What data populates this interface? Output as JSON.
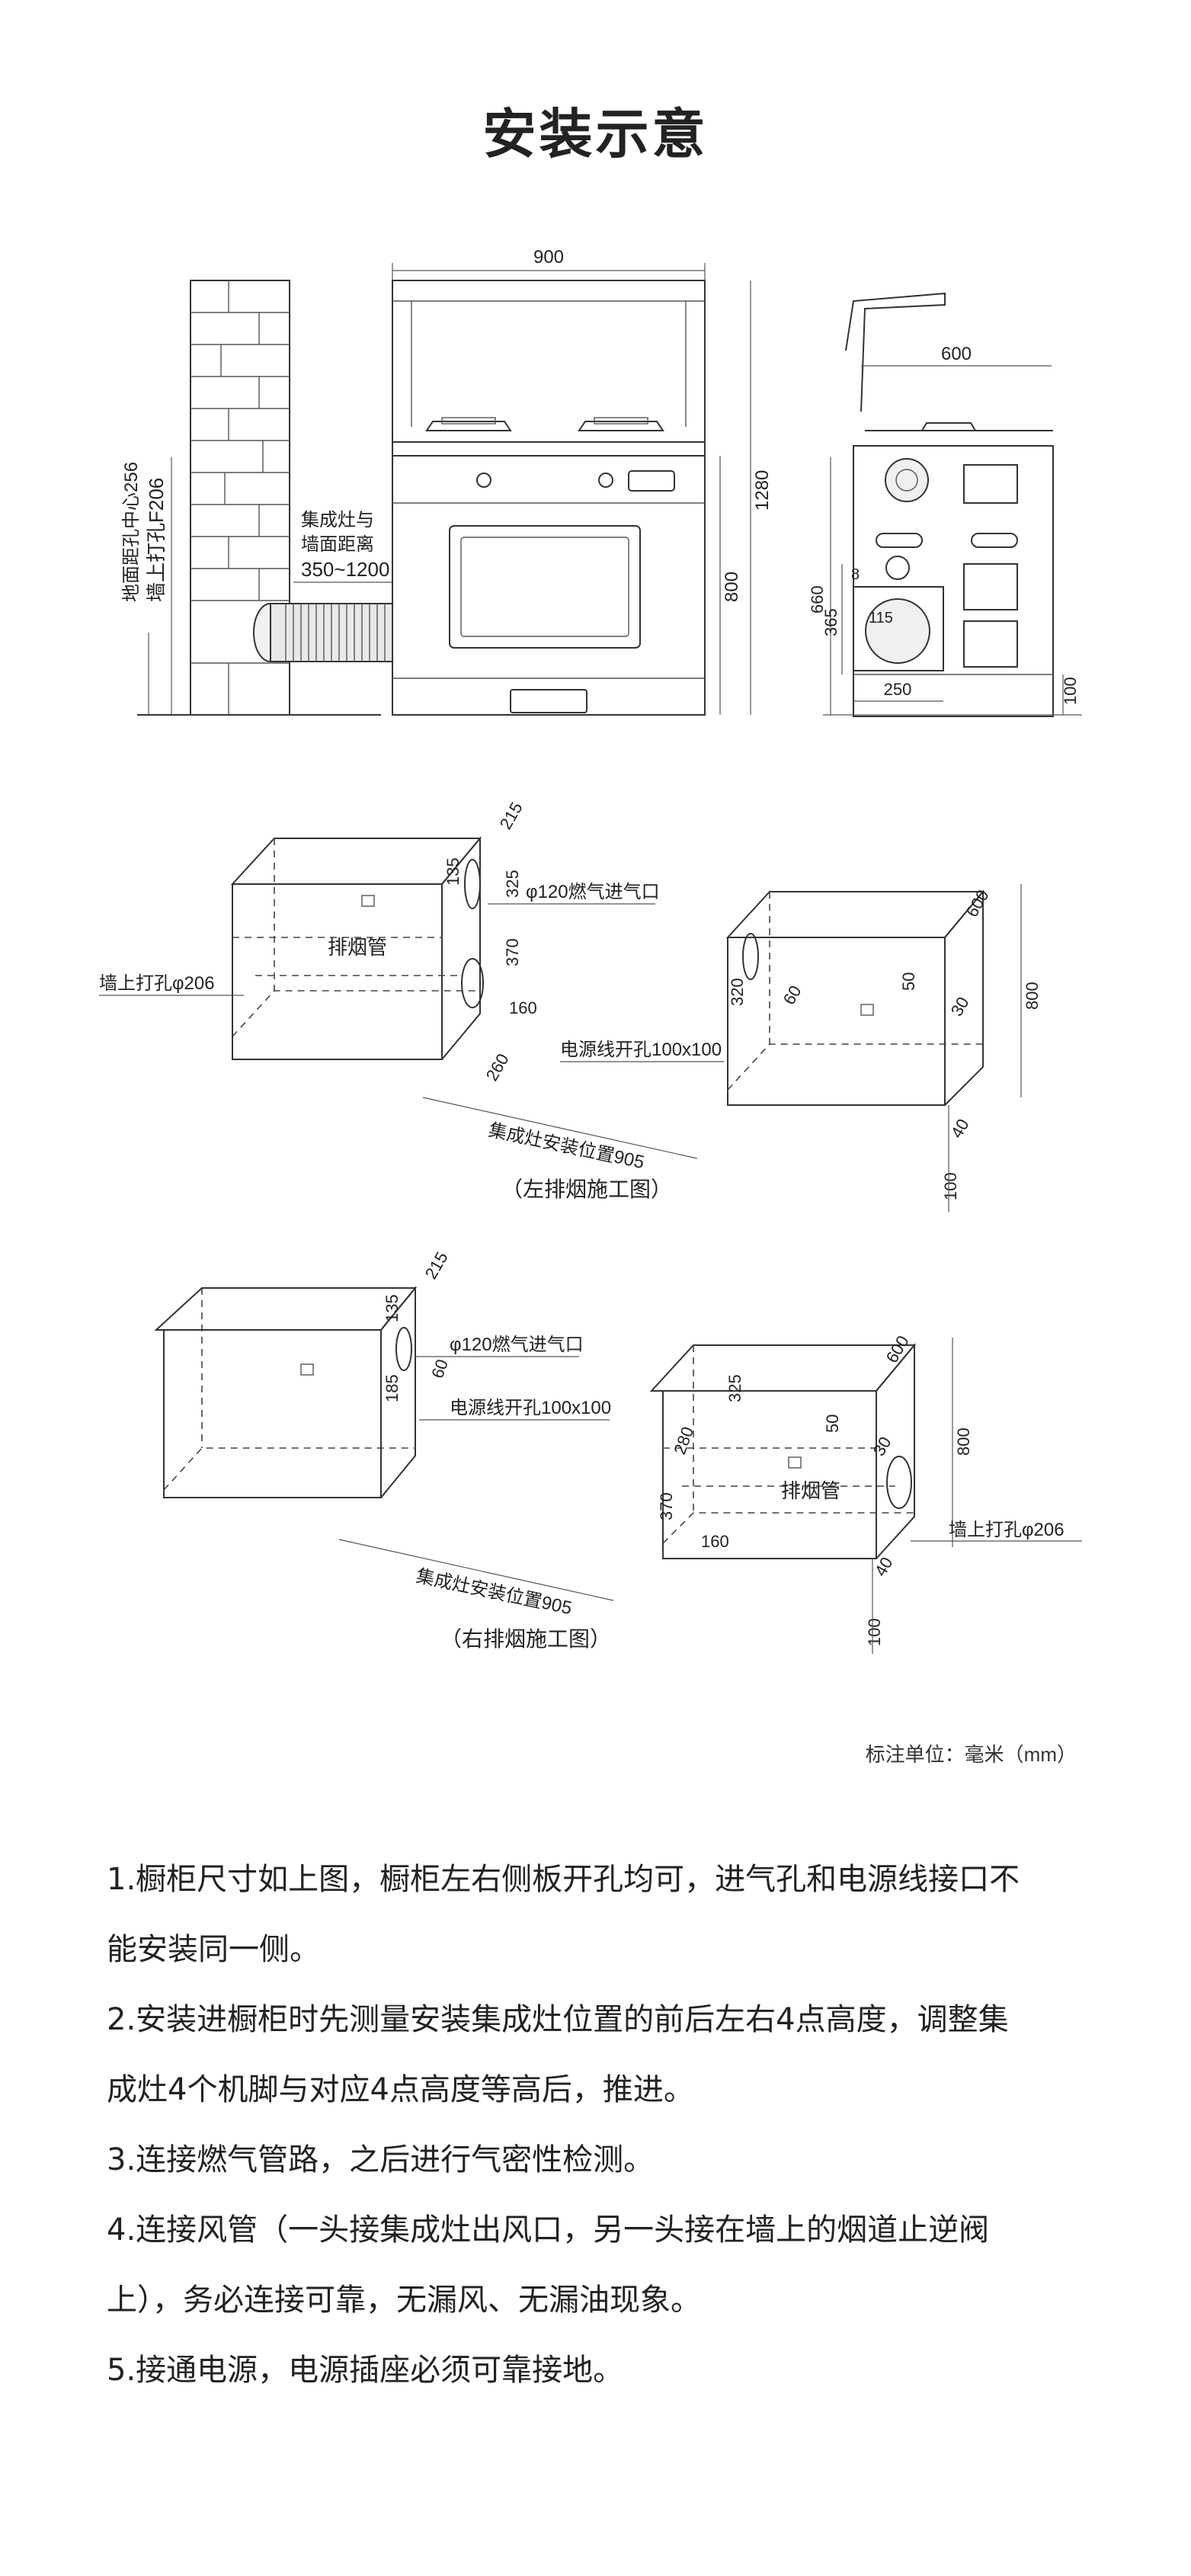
{
  "title": "安装示意",
  "top_views": {
    "width_900": "900",
    "height_1280": "1280",
    "height_800": "800",
    "wall_hole_center": "地面距孔中心256",
    "wall_hole": "墙上打孔F206",
    "distance_label_1": "集成灶与",
    "distance_label_2": "墙面距离",
    "distance_value": "350~1200",
    "side_depth_600": "600",
    "side_660": "660",
    "side_365": "365",
    "side_8": "8",
    "side_115": "115",
    "side_250": "250",
    "side_100": "100"
  },
  "left_exhaust": {
    "dim_215": "215",
    "dim_135": "135",
    "dim_325": "325",
    "gas_inlet": "φ120燃气进气口",
    "dim_370": "370",
    "exhaust_pipe": "排烟管",
    "wall_hole": "墙上打孔φ206",
    "dim_160": "160",
    "dim_260": "260",
    "install_position": "集成灶安装位置905",
    "caption": "（左排烟施工图）",
    "dim_600": "600",
    "dim_50": "50",
    "dim_320": "320",
    "dim_60": "60",
    "dim_30": "30",
    "dim_800": "800",
    "power_hole": "电源线开孔100x100",
    "dim_40": "40",
    "dim_100": "100"
  },
  "right_exhaust": {
    "dim_215": "215",
    "dim_135": "135",
    "gas_inlet": "φ120燃气进气口",
    "dim_185": "185",
    "dim_60": "60",
    "power_hole": "电源线开孔100x100",
    "install_position": "集成灶安装位置905",
    "caption": "（右排烟施工图）",
    "dim_600": "600",
    "dim_325": "325",
    "dim_50": "50",
    "dim_280": "280",
    "dim_30": "30",
    "dim_800": "800",
    "exhaust_pipe": "排烟管",
    "dim_370": "370",
    "dim_160": "160",
    "wall_hole": "墙上打孔φ206",
    "dim_40": "40",
    "dim_100": "100"
  },
  "unit_note": "标注单位：毫米（mm）",
  "instructions": [
    "1.橱柜尺寸如上图，橱柜左右侧板开孔均可，进气孔和电源线接口不",
    "能安装同一侧。",
    "2.安装进橱柜时先测量安装集成灶位置的前后左右4点高度，调整集",
    "成灶4个机脚与对应4点高度等高后，推进。",
    "3.连接燃气管路，之后进行气密性检测。",
    "4.连接风管（一头接集成灶出风口，另一头接在墙上的烟道止逆阀",
    "上），务必连接可靠，无漏风、无漏油现象。",
    "5.接通电源，电源插座必须可靠接地。"
  ]
}
